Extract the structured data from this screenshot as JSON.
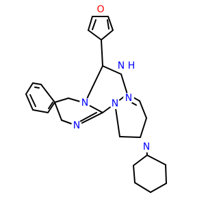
{
  "colors": {
    "background": "#ffffff",
    "bond": "#000000",
    "nitrogen": "#0000ff",
    "oxygen": "#ff0000"
  },
  "atoms": {
    "furan_oxygen": "O",
    "nh_nitrogen": "N",
    "nh_hydrogen": "H",
    "imine_nitrogen": "N",
    "benzimidazole_n_upper": "N",
    "benzimidazole_n_lower": "N",
    "bridgehead_nitrogen": "N",
    "piperazine_nitrogen": "N"
  }
}
